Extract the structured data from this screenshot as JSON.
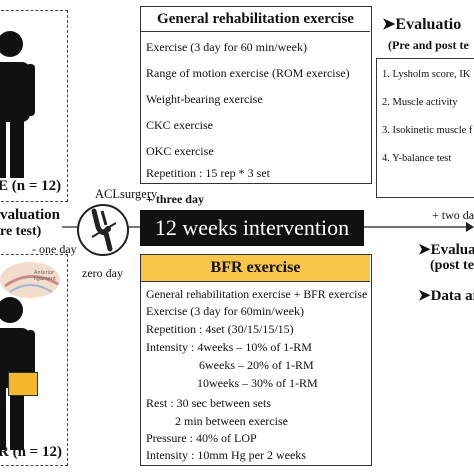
{
  "groups": {
    "ce_label": "E (n = 12)",
    "bfr_label": "R (n = 12)"
  },
  "pre_eval": {
    "line1": "valuation",
    "line2": "re test)",
    "one_day": "- one day"
  },
  "surgery": {
    "label": "ACLsurgery",
    "zero_day": "zero day"
  },
  "timeline": {
    "three_day": "+ three day",
    "intervention": "12 weeks intervention",
    "two_day": "+ two da"
  },
  "general_box": {
    "title": "General rehabilitation exercise",
    "items": [
      "Exercise (3 day for 60 min/week)",
      "Range of motion exercise (ROM exercise)",
      "Weight-bearing exercise",
      "CKC exercise",
      "OKC exercise",
      "Repetition : 15 rep * 3 set"
    ]
  },
  "evaluation_box": {
    "title": "Evaluatio",
    "subtitle": "(Pre and post te",
    "items": [
      "1. Lysholm score, IK",
      "2.  Muscle activity",
      "3.  Isokinetic muscle f",
      "4. Y-balance test"
    ]
  },
  "post_eval": {
    "line1": "Evalua",
    "line2": "(post te",
    "line3": "Data an"
  },
  "bfr_box": {
    "title": "BFR exercise",
    "items": [
      "General rehabilitation exercise + BFR exercise",
      "Exercise (3 day for 60min/week)",
      "Repetition : 4set (30/15/15/15)",
      "Intensity : 4weeks – 10% of 1-RM",
      "6weeks – 20% of 1-RM",
      "10weeks – 30% of 1-RM",
      "Rest : 30 sec between sets",
      "2 min between exercise",
      "Pressure : 40% of LOP",
      "Intensity : 10mm Hg per 2 weeks"
    ]
  },
  "colors": {
    "bfr_header": "#f9c64a",
    "intervention_bar": "#111111",
    "cuff": "#f5b82c"
  }
}
